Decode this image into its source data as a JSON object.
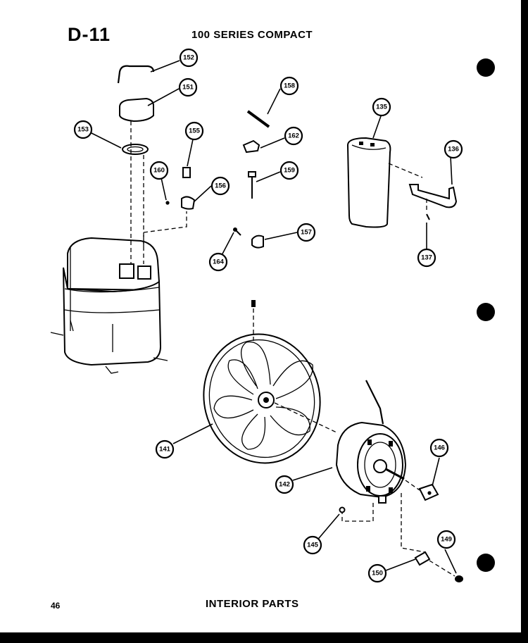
{
  "header": {
    "code": "D-11",
    "series": "100 SERIES COMPACT"
  },
  "footer": {
    "page_number": "46",
    "title": "INTERIOR PARTS"
  },
  "callouts": {
    "c152a": "152",
    "c151": "151",
    "c153": "153",
    "c155": "155",
    "c160": "160",
    "c156": "156",
    "c158": "158",
    "c162": "162",
    "c159": "159",
    "c157": "157",
    "c164": "164",
    "c135": "135",
    "c136": "136",
    "c137": "137",
    "c141": "141",
    "c142": "142",
    "c145": "145",
    "c146": "146",
    "c149": "149",
    "c150": "150"
  }
}
